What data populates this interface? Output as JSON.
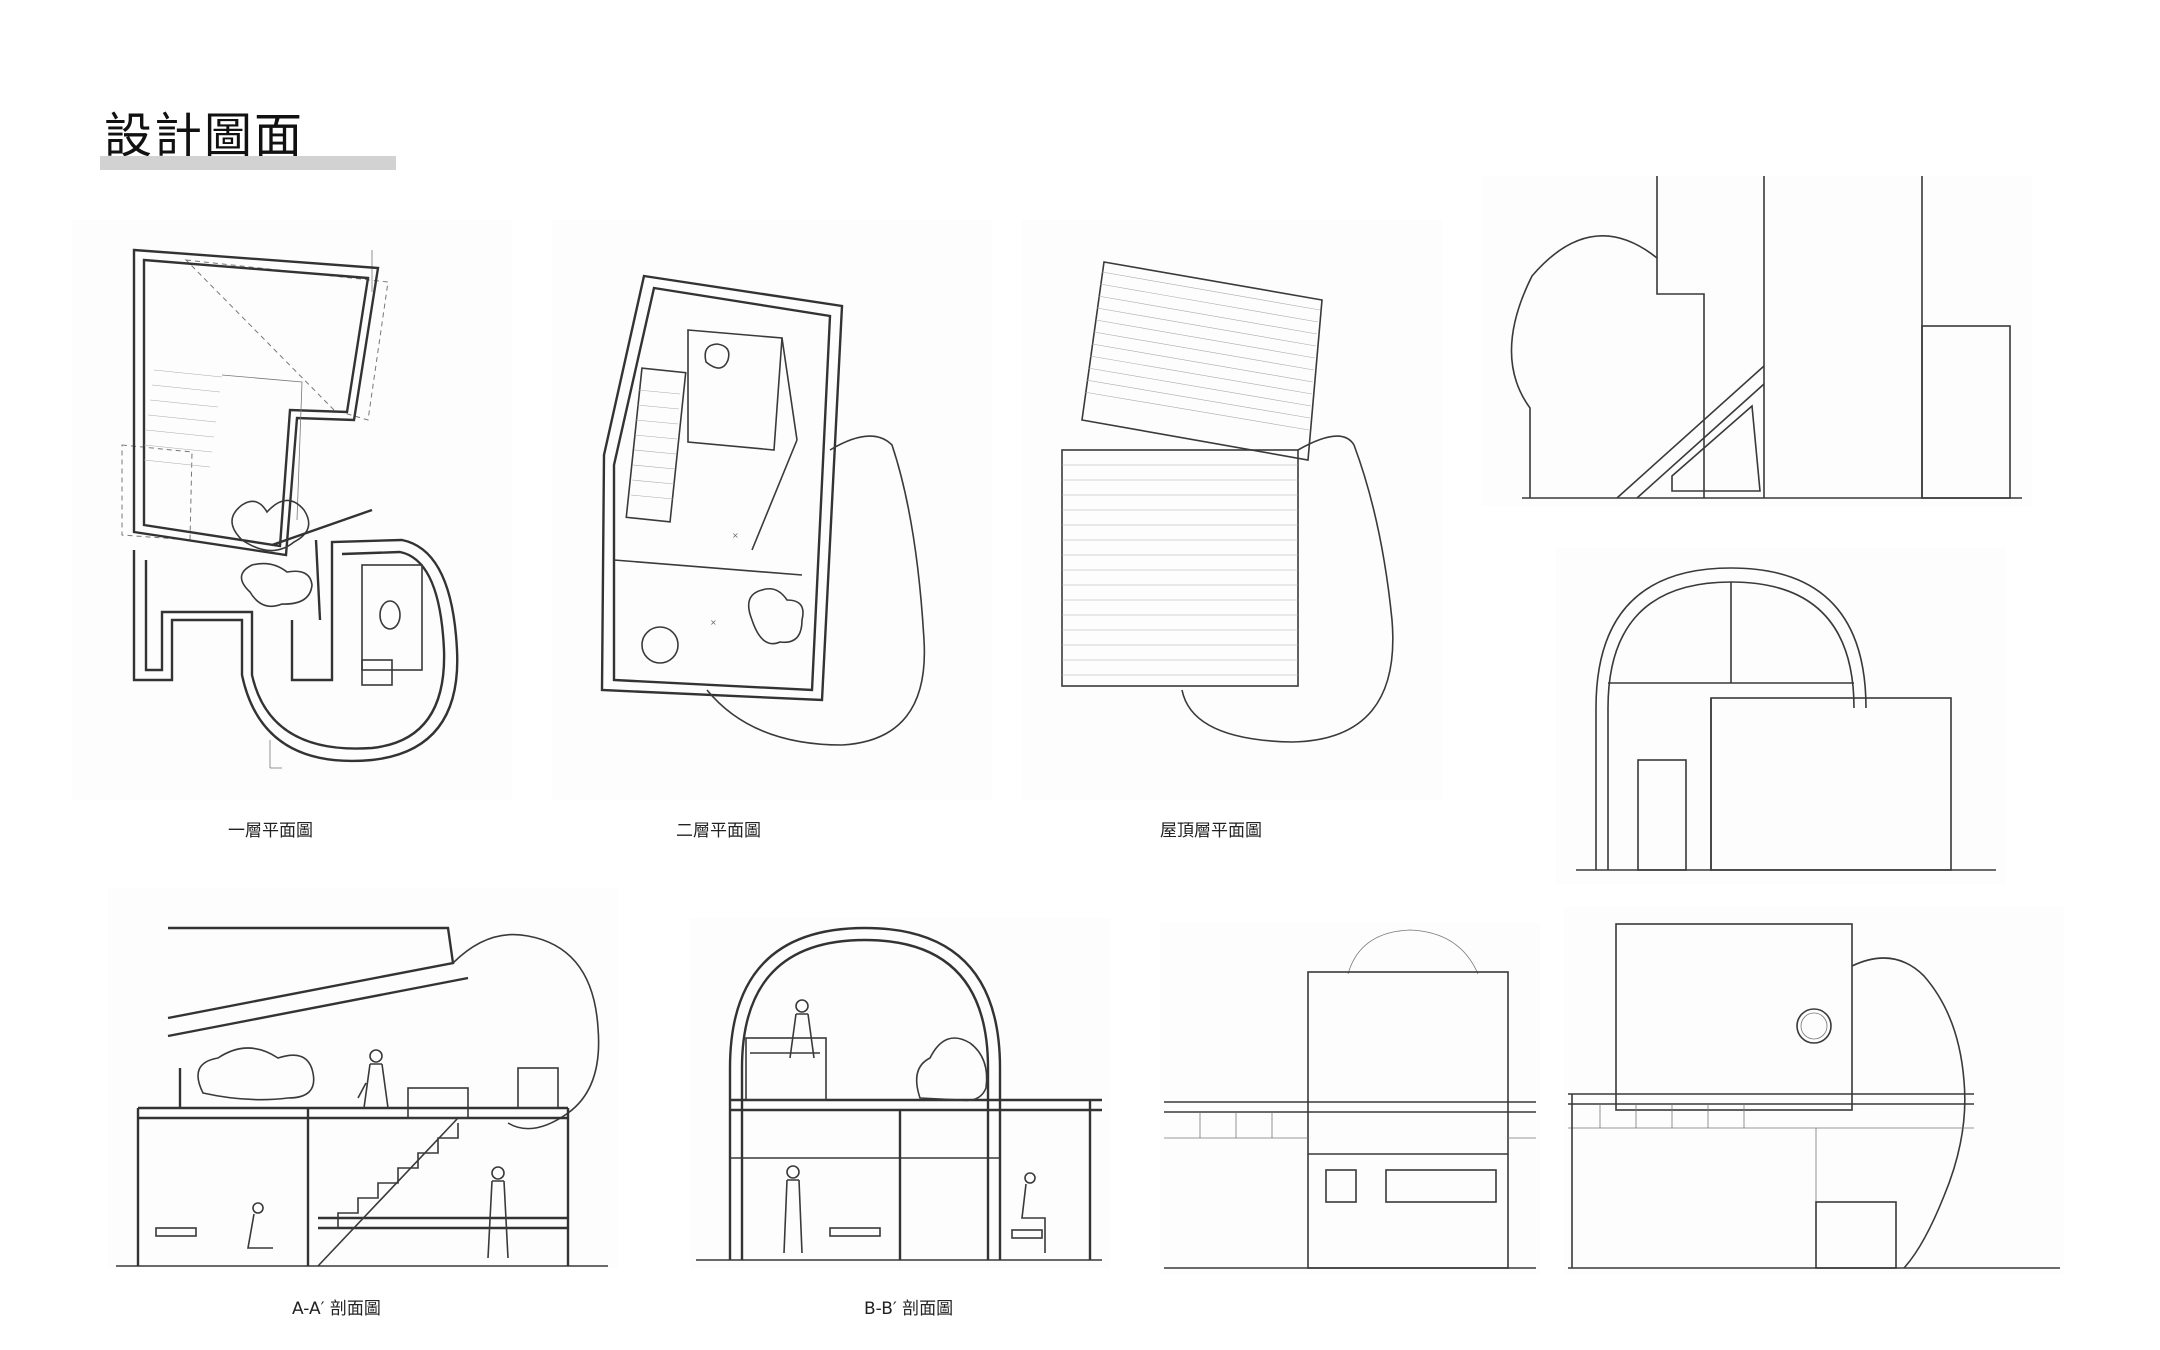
{
  "header": {
    "title": "設計圖面"
  },
  "captions": {
    "first_floor": "一層平面圖",
    "second_floor": "二層平面圖",
    "roof_plan": "屋頂層平面圖",
    "section_aa": "A-A′ 剖面圖",
    "section_bb": "B-B′ 剖面圖"
  },
  "colors": {
    "line": "#3a3a3a",
    "paper": "#fdfdfd",
    "bar": "#d2d2d2"
  }
}
